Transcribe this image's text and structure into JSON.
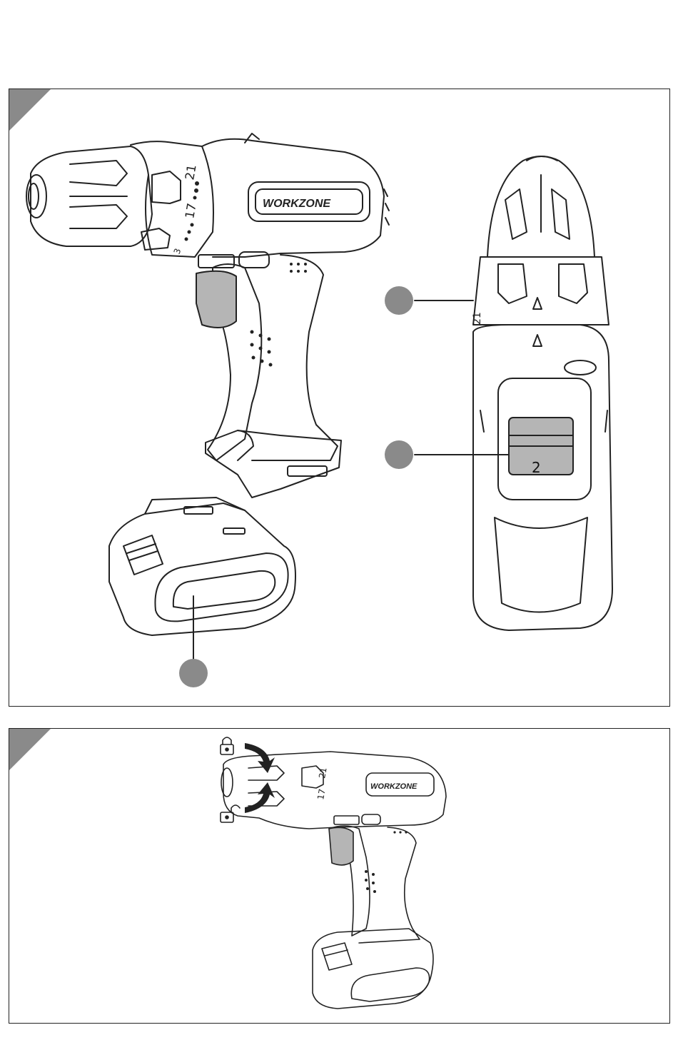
{
  "brand": "WORKZONE",
  "speed_marks": {
    "high": "21",
    "mid": "17",
    "low": "3"
  },
  "top_view_mark": "21",
  "switch_label": "2",
  "icons": [
    "lock-icon",
    "unlock-icon",
    "rotate-arrow-icon"
  ],
  "colors": {
    "callout": "#8a8a8a",
    "line": "#222222",
    "grip": "#b5b5b5"
  }
}
